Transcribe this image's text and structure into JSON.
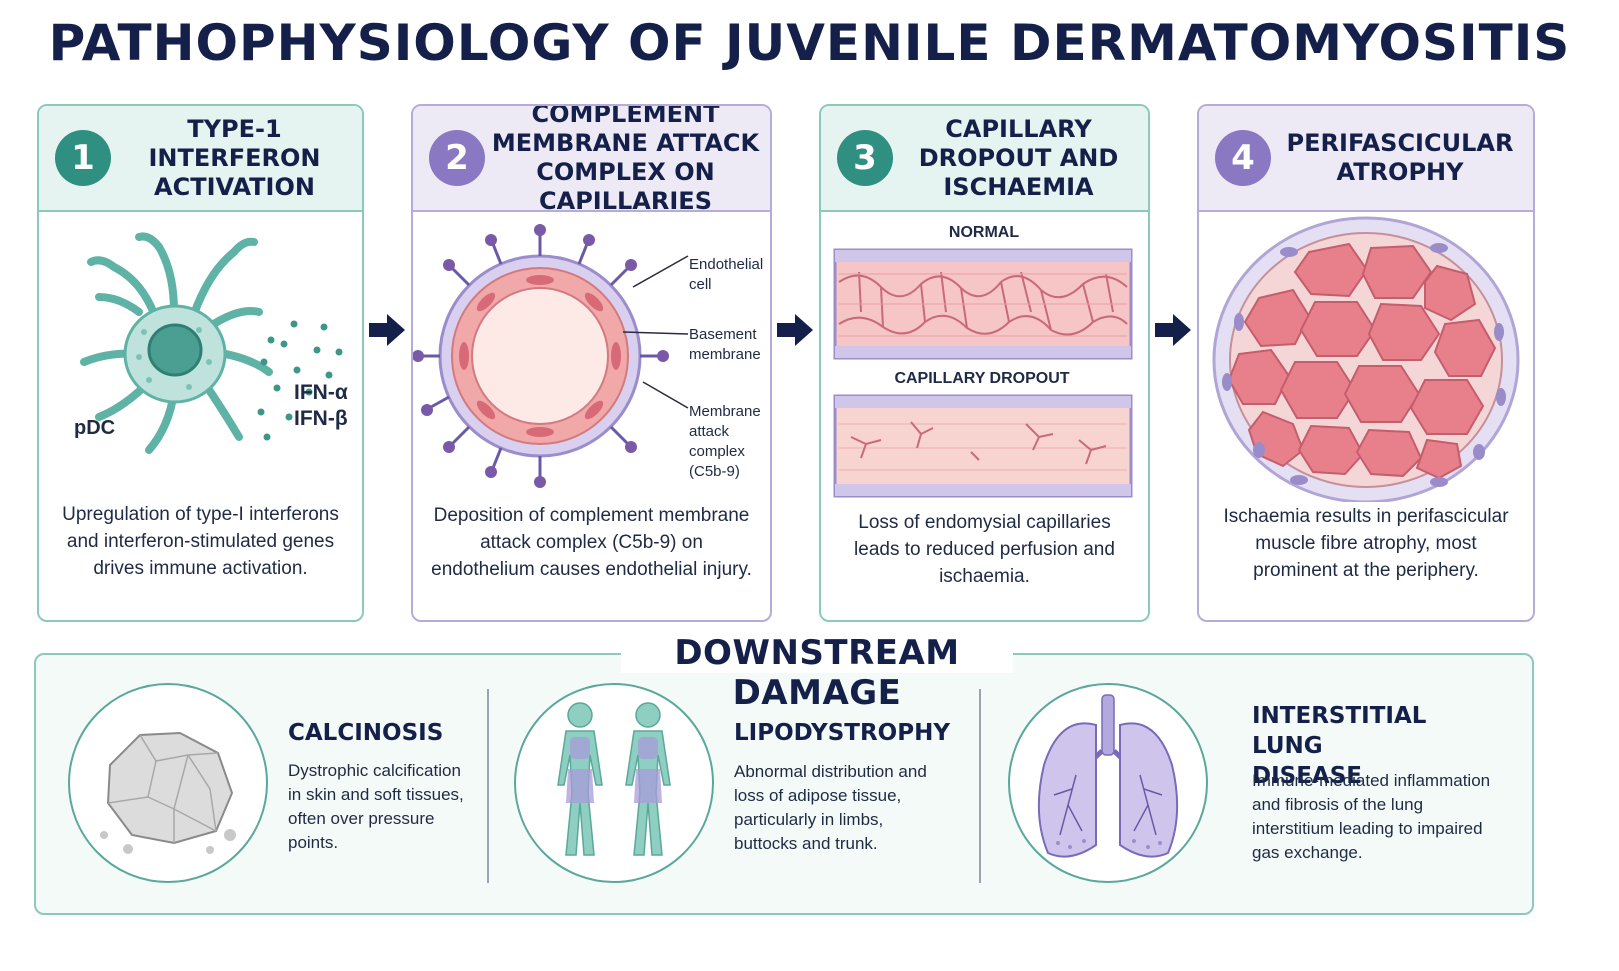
{
  "title": "PATHOPHYSIOLOGY OF JUVENILE DERMATOMYOSITIS",
  "steps": [
    {
      "number": "1",
      "title": "TYPE-1 INTERFERON ACTIVATION",
      "labels": {
        "cell": "pDC",
        "ifn_alpha": "IFN-α",
        "ifn_beta": "IFN-β"
      },
      "description": "Upregulation of type-I interferons and interferon-stimulated genes drives immune activation."
    },
    {
      "number": "2",
      "title": "COMPLEMENT MEMBRANE ATTACK COMPLEX ON CAPILLARIES",
      "labels": {
        "endothelial_line1": "Endothelial",
        "endothelial_line2": "cell",
        "basement_line1": "Basement",
        "basement_line2": "membrane",
        "mac_line1": "Membrane",
        "mac_line2": "attack",
        "mac_line3": "complex",
        "mac_line4": "(C5b-9)"
      },
      "description": "Deposition of complement membrane attack complex (C5b-9) on endothelium causes endothelial injury."
    },
    {
      "number": "3",
      "title": "CAPILLARY DROPOUT AND ISCHAEMIA",
      "labels": {
        "normal": "NORMAL",
        "dropout": "CAPILLARY DROPOUT"
      },
      "description": "Loss of endomysial capillaries leads to reduced perfusion and ischaemia."
    },
    {
      "number": "4",
      "title": "PERIFASCICULAR ATROPHY",
      "description": "Ischaemia results in perifascicular muscle fibre atrophy, most prominent at the periphery."
    }
  ],
  "downstream": {
    "title": "DOWNSTREAM DAMAGE",
    "items": [
      {
        "heading": "CALCINOSIS",
        "text": "Dystrophic calcification in skin and soft tissues, often over pressure points.",
        "icon": "calcium-deposit-icon"
      },
      {
        "heading": "LIPODYSTROPHY",
        "text": "Abnormal distribution and loss of adipose tissue, particularly in limbs, buttocks and trunk.",
        "icon": "body-figures-icon"
      },
      {
        "heading": "INTERSTITIAL LUNG DISEASE",
        "text": "Immune-mediated inflammation and fibrosis of the lung interstitium leading to impaired gas exchange.",
        "icon": "lungs-icon"
      }
    ]
  },
  "colors": {
    "navy": "#14204a",
    "teal": "#2f8f80",
    "teal_light": "#e6f4f1",
    "purple": "#8a78c2",
    "purple_light": "#edeaf6",
    "muscle_pink": "#e8808c"
  }
}
